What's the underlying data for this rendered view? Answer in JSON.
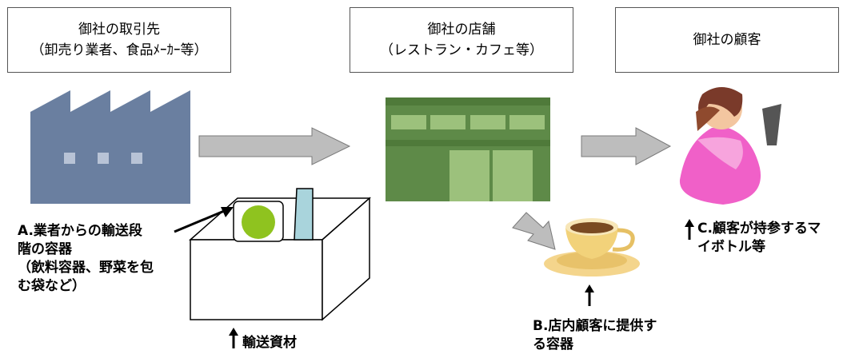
{
  "boxes": {
    "suppliers": {
      "line1": "御社の取引先",
      "line2": "（卸売り業者、食品ﾒｰｶｰ等）"
    },
    "stores": {
      "line1": "御社の店舗",
      "line2": "（レストラン・カフェ等）"
    },
    "customers": {
      "line1": "御社の顧客"
    }
  },
  "labels": {
    "a": [
      "A.業者からの輸送段",
      "階の容器",
      "（飲料容器、野菜を包",
      "む袋など）"
    ],
    "transport": "輸送資材",
    "b": [
      "B.店内顧客に提供す",
      "る容器"
    ],
    "c": [
      "C.顧客が持参するマ",
      "イボトル等"
    ]
  },
  "colors": {
    "factory": "#6a7fa0",
    "store_dark": "#5e8a48",
    "store_light": "#9cc17c",
    "arrow_fill": "#bdbdbd",
    "arrow_stroke": "#7a7a7a",
    "customer_body": "#f060c8",
    "ball": "#8fc31f",
    "bottle": "#a9d4dc"
  }
}
